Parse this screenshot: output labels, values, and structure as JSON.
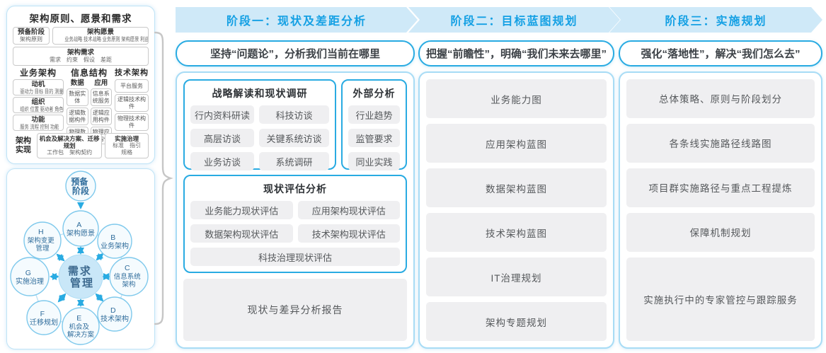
{
  "framework_panel": {
    "title": "架构原则、愿景和需求",
    "prep": {
      "line1": "预备阶段",
      "line2": "架构原则"
    },
    "vision": {
      "title": "架构愿景",
      "items": "业务战略 技术战略 业务原则 架构愿景 利益相关者"
    },
    "requirements": {
      "title": "架构需求",
      "items": "需求　约束　假设　差距"
    },
    "business": {
      "title": "业务架构",
      "boxes": [
        {
          "t": "动机",
          "d": "驱动力 目标 目的 测量"
        },
        {
          "t": "组织",
          "d": "组织 位置 驱动者 角色"
        },
        {
          "t": "功能",
          "d": "服务 流程 控制 功能"
        }
      ]
    },
    "information": {
      "title": "信息结构",
      "data_col": {
        "t": "数据",
        "items": [
          "数据实体",
          "逻辑数据构件",
          "物理数据构件"
        ]
      },
      "app_col": {
        "t": "应用",
        "items": [
          "信息系统服务",
          "逻辑应用构件",
          "物理应用构件"
        ]
      }
    },
    "technology": {
      "title": "技术架构",
      "items": [
        "平台服务",
        "逻辑技术构件",
        "物理技术构件"
      ]
    },
    "implementation": {
      "label1": "架构",
      "label2": "实现",
      "box1": {
        "t": "机会及解决方案、迁移规划",
        "d": "工作包　架构契约"
      },
      "box2": {
        "t": "实施治理",
        "d": "标准　指引　规格"
      }
    }
  },
  "adm": {
    "prep": [
      "预备",
      "阶段"
    ],
    "center": [
      "需求",
      "管理"
    ],
    "nodes": [
      {
        "letter": "A",
        "lines": [
          "架构愿景"
        ]
      },
      {
        "letter": "B",
        "lines": [
          "业务架构"
        ]
      },
      {
        "letter": "C",
        "lines": [
          "信息系统",
          "架构"
        ]
      },
      {
        "letter": "D",
        "lines": [
          "技术架构"
        ]
      },
      {
        "letter": "E",
        "lines": [
          "机会及",
          "解决方案"
        ]
      },
      {
        "letter": "F",
        "lines": [
          "迁移规划"
        ]
      },
      {
        "letter": "G",
        "lines": [
          "实施治理"
        ]
      },
      {
        "letter": "H",
        "lines": [
          "架构变更",
          "管理"
        ]
      }
    ]
  },
  "phases": [
    {
      "header": "阶段一：现状及差距分析",
      "subtitle": "坚持“问题论”，分析我们当前在哪里"
    },
    {
      "header": "阶段二：目标蓝图规划",
      "subtitle": "把握“前瞻性”，明确“我们未来去哪里”"
    },
    {
      "header": "阶段三：实施规划",
      "subtitle": "强化“落地性”，解决“我们怎么去”"
    }
  ],
  "phase1": {
    "survey": {
      "title": "战略解读和现状调研",
      "items": [
        "行内资料研读",
        "科技访谈",
        "高层访谈",
        "关键系统访谈",
        "业务访谈",
        "系统调研"
      ]
    },
    "external": {
      "title": "外部分析",
      "items": [
        "行业趋势",
        "监管要求",
        "同业实践"
      ]
    },
    "assessment": {
      "title": "现状评估分析",
      "items": [
        "业务能力现状评估",
        "应用架构现状评估",
        "数据架构现状评估",
        "技术架构现状评估",
        "科技治理现状评估"
      ]
    },
    "report": "现状与差异分析报告"
  },
  "phase2": {
    "items": [
      "业务能力图",
      "应用架构蓝图",
      "数据架构蓝图",
      "技术架构蓝图",
      "IT治理规划",
      "架构专题规划"
    ]
  },
  "phase3": {
    "items": [
      "总体策略、原则与阶段划分",
      "各条线实施路径线路图",
      "项目群实施路径与重点工程提炼",
      "保障机制规划",
      "实施执行中的专家管控与跟踪服务"
    ]
  },
  "colors": {
    "accent_blue": "#29abe2",
    "band_bg": "#cfe9f8",
    "item_gray": "#efeff1"
  }
}
